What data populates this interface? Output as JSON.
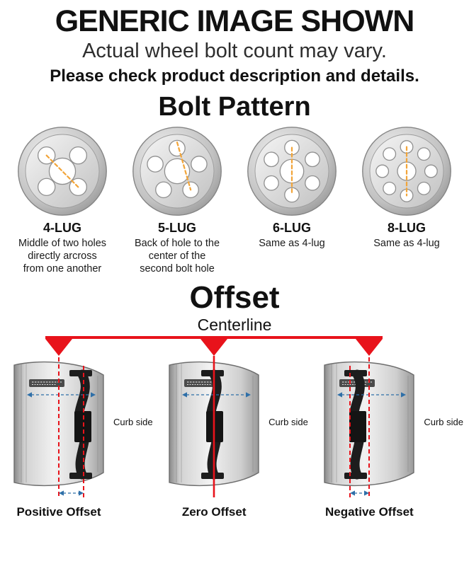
{
  "colors": {
    "accent_red": "#e8131b",
    "measure_orange": "#f2a53a",
    "arrow_blue": "#2e6fa8"
  },
  "header": {
    "title": "GENERIC IMAGE SHOWN",
    "subtitle": "Actual wheel bolt count may vary.",
    "note": "Please check product description and details."
  },
  "bolt_pattern": {
    "title": "Bolt Pattern",
    "items": [
      {
        "label": "4-LUG",
        "holes": 4,
        "description": "Middle of two holes directly arcross from one another"
      },
      {
        "label": "5-LUG",
        "holes": 5,
        "description": "Back of hole to the center of the second bolt hole"
      },
      {
        "label": "6-LUG",
        "holes": 6,
        "description": "Same as 4-lug"
      },
      {
        "label": "8-LUG",
        "holes": 8,
        "description": "Same as 4-lug"
      }
    ]
  },
  "offset": {
    "title": "Offset",
    "centerline_label": "Centerline",
    "curb_side_label": "Curb side",
    "items": [
      {
        "label": "Positive Offset",
        "type": "positive"
      },
      {
        "label": "Zero Offset",
        "type": "zero"
      },
      {
        "label": "Negative Offset",
        "type": "negative"
      }
    ]
  }
}
